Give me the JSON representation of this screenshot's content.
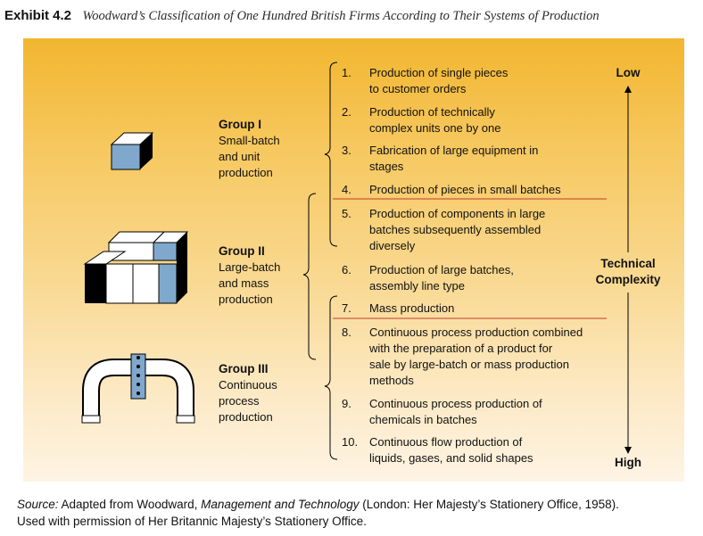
{
  "header": {
    "exhibit_label": "Exhibit 4.2",
    "title": "Woodward’s Classification of One Hundred British Firms According to Their Systems of Production"
  },
  "groups": [
    {
      "name": "Group I",
      "lines": [
        "Small-batch",
        "and unit",
        "production"
      ],
      "icon": "single-cube-icon"
    },
    {
      "name": "Group II",
      "lines": [
        "Large-batch",
        "and mass",
        "production"
      ],
      "icon": "stacked-cubes-icon"
    },
    {
      "name": "Group III",
      "lines": [
        "Continuous",
        "process",
        "production"
      ],
      "icon": "pipe-flange-icon"
    }
  ],
  "items": [
    {
      "num": "1.",
      "lines": [
        "Production of single pieces",
        "to customer orders"
      ]
    },
    {
      "num": "2.",
      "lines": [
        "Production of technically",
        "complex units one by one"
      ]
    },
    {
      "num": "3.",
      "lines": [
        "Fabrication of large equipment in",
        "stages"
      ]
    },
    {
      "num": "4.",
      "lines": [
        "Production of pieces in small batches"
      ]
    },
    {
      "num": "5.",
      "lines": [
        "Production of components in large",
        "batches subsequently assembled",
        "diversely"
      ]
    },
    {
      "num": "6.",
      "lines": [
        "Production of large batches,",
        "assembly line type"
      ]
    },
    {
      "num": "7.",
      "lines": [
        "Mass production"
      ]
    },
    {
      "num": "8.",
      "lines": [
        "Continuous process production combined",
        "with the preparation of a product for",
        "sale by large-batch or mass production",
        "methods"
      ]
    },
    {
      "num": "9.",
      "lines": [
        "Continuous process production of",
        "chemicals in batches"
      ]
    },
    {
      "num": "10.",
      "lines": [
        "Continuous flow production of",
        "liquids, gases, and solid shapes"
      ]
    }
  ],
  "axis": {
    "low": "Low",
    "label_line1": "Technical",
    "label_line2": "Complexity",
    "high": "High"
  },
  "source": {
    "prefix": "Source:",
    "text1": " Adapted from Woodward, ",
    "book": "Management and Technology",
    "text2": " (London: Her Majesty’s Stationery Office, 1958).",
    "line2": "Used with permission of Her Britannic Majesty’s Stationery Office."
  },
  "colors": {
    "panel_top": "#f2b62f",
    "panel_bottom": "#fef4e4",
    "divider": "#c0392b",
    "cube_front": "#7fa8cc"
  }
}
